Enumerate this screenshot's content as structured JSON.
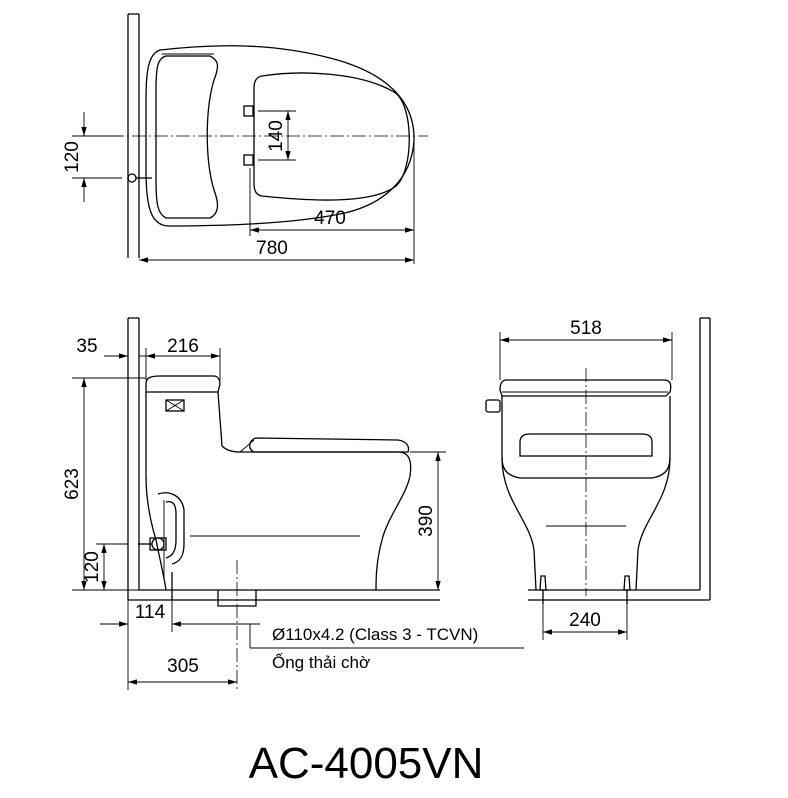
{
  "model": "AC-4005VN",
  "top_view": {
    "dim_overall_length": "780",
    "dim_front_length": "470",
    "dim_seat_hinge_spacing": "140",
    "dim_supply_offset": "120"
  },
  "side_view": {
    "dim_wall_gap": "35",
    "dim_tank_depth": "216",
    "dim_total_height": "623",
    "dim_seat_height": "390",
    "dim_supply_height": "120",
    "dim_supply_from_wall": "114",
    "dim_outlet_from_wall": "305",
    "outlet_pipe_spec": "Ø110x4.2 (Class 3 - TCVN)",
    "outlet_pipe_label": "Ống thải chờ"
  },
  "front_view": {
    "dim_width": "518",
    "dim_bolt_spacing": "240"
  }
}
